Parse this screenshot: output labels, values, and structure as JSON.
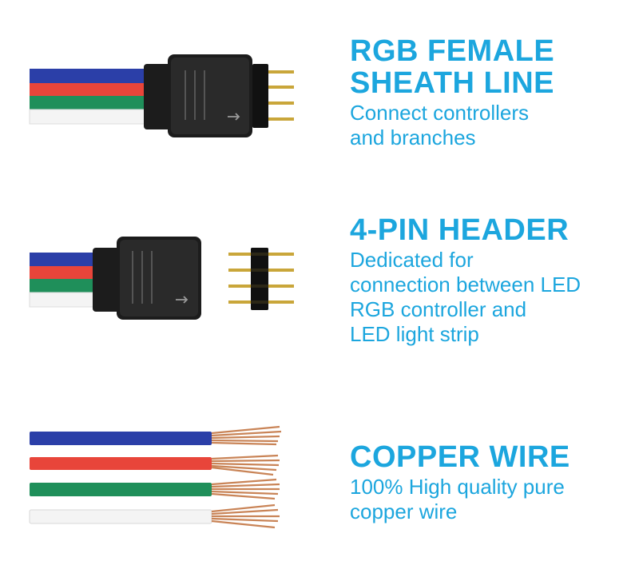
{
  "colors": {
    "accent": "#1ca6de",
    "wire_blue": "#2b3fa8",
    "wire_red": "#e8453a",
    "wire_green": "#1f8f5a",
    "wire_white": "#f4f4f4",
    "connector_black": "#1c1c1c",
    "pin_gold": "#c9a63a",
    "copper": "#c98457"
  },
  "sections": [
    {
      "title": "RGB FEMALE\nSHEATH LINE",
      "description": "Connect controllers\nand branches",
      "icon": "rgb-female-connector"
    },
    {
      "title": "4-PIN HEADER",
      "description": "Dedicated for\nconnection between LED\nRGB controller and\nLED light strip",
      "icon": "4-pin-header"
    },
    {
      "title": "COPPER WIRE",
      "description": "100% High quality pure\ncopper wire",
      "icon": "copper-wire"
    }
  ]
}
